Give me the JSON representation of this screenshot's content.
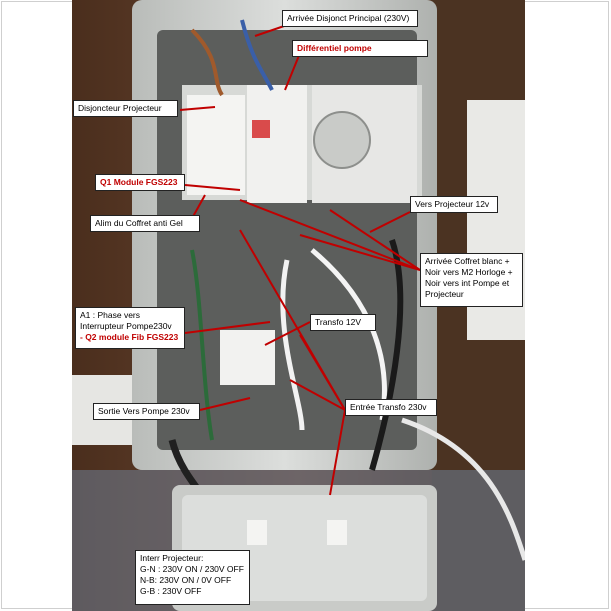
{
  "labels": {
    "arrivee_disjonct": "Arrivée Disjonct Principal (230V)",
    "differentiel_pompe": "Différentiel pompe",
    "disjoncteur_projecteur": "Disjoncteur Projecteur",
    "q1_module": "Q1 Module FGS223",
    "alim_coffret": "Alim du Coffret anti Gel",
    "vers_projecteur": "Vers Projecteur 12v",
    "arrivee_coffret_l1": "Arrivée Coffret blanc +",
    "arrivee_coffret_l2": "Noir vers M2 Horloge +",
    "arrivee_coffret_l3": "Noir vers int Pompe et",
    "arrivee_coffret_l4": "Projecteur",
    "a1_l1": "A1 : Phase vers",
    "a1_l2": "Interrupteur Pompe230v",
    "a1_l3": "- Q2 module Fib FGS223",
    "transfo": "Transfo 12V",
    "sortie_pompe": "Sortie Vers Pompe 230v",
    "entree_transfo": "Entrée Transfo 230v",
    "interr_title": "Interr Projecteur:",
    "interr_l1": "G-N : 230V ON / 230V OFF",
    "interr_l2": "N-B: 230V ON / 0V OFF",
    "interr_l3": "G-B : 230V OFF"
  },
  "colors": {
    "annotation_red": "#c00000",
    "label_border": "#222222",
    "wall_wood": "#5a3a26",
    "enclosure_grey": "#cfd1cf"
  }
}
